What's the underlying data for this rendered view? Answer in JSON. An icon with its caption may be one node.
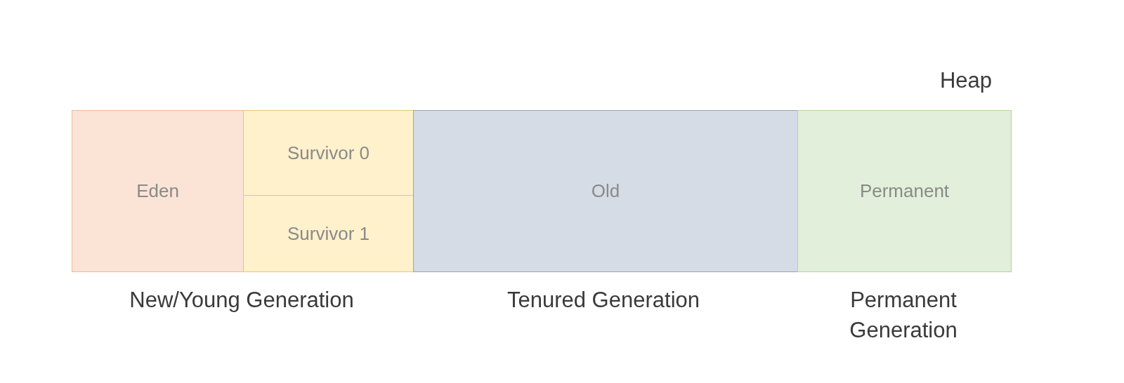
{
  "diagram": {
    "nodes": [
      {
        "text": [
          "Eden"
        ]
      },
      {
        "text": [
          "Survivor 0"
        ]
      },
      {
        "text": [
          "Survivor 1"
        ]
      },
      {
        "text": [
          "Old"
        ]
      },
      {
        "text": [
          "Permanent"
        ]
      }
    ],
    "labels": [
      "Heap",
      "New/Young Generation",
      "Tenured Generation",
      "Permanent Generation"
    ]
  }
}
